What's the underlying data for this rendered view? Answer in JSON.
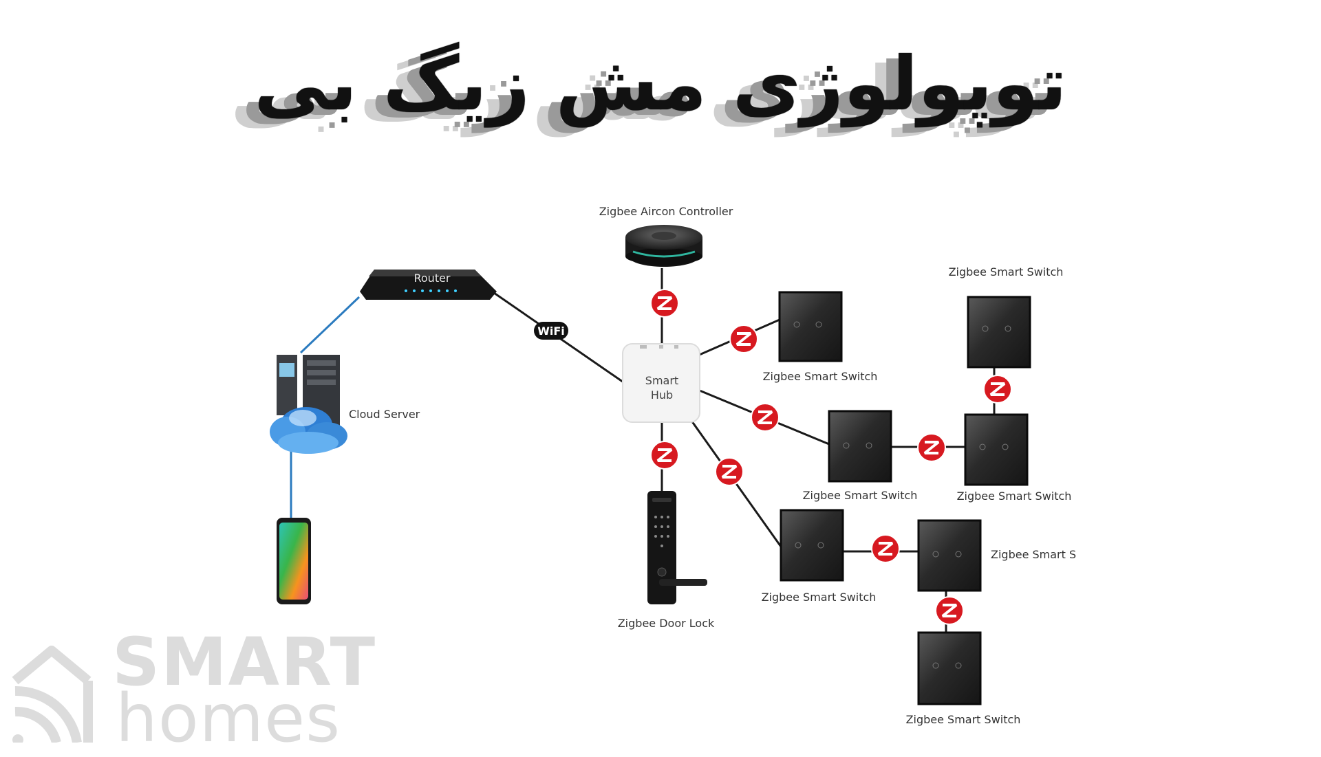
{
  "title": "توپولوژی مش زیگ بی",
  "logo": {
    "line1": "SMART",
    "line2": "homes",
    "color": "#dcdcdc"
  },
  "colors": {
    "zigbee_red": "#d71920",
    "wire": "#1a1a1a",
    "lan": "#2b7bbf"
  },
  "icons": {
    "zigbee": "zigbee-icon",
    "wifi": "wifi-icon"
  },
  "labels": {
    "router": "Router",
    "wifi": "WiFi",
    "cloud_server": "Cloud Server",
    "aircon": "Zigbee Aircon Controller",
    "hub_line1": "Smart",
    "hub_line2": "Hub",
    "door_lock": "Zigbee Door Lock",
    "switch_a": "Zigbee Smart Switch",
    "switch_b": "Zigbee Smart Switch",
    "switch_c": "Zigbee Smart Switch",
    "switch_d": "Zigbee Smart Switch",
    "switch_e": "Zigbee Smart Switch",
    "switch_f": "Zigbee Smart S",
    "switch_g": "Zigbee Smart Switch"
  }
}
